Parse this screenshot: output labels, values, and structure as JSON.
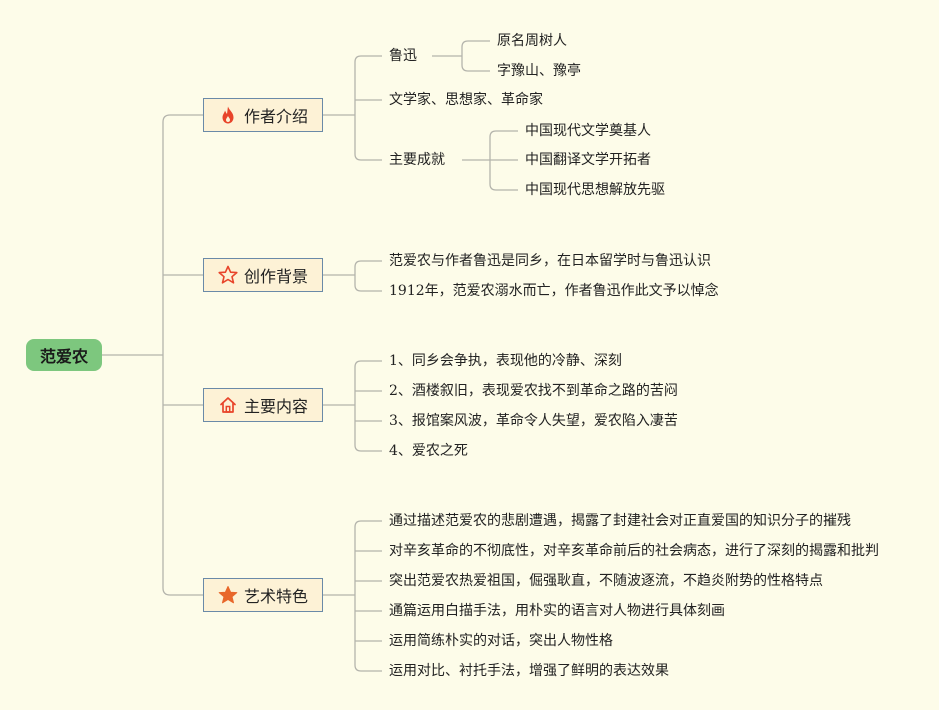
{
  "root": {
    "label": "范爱农"
  },
  "branches": [
    {
      "label": "作者介绍",
      "icon": "flame-icon",
      "icon_color": "#e8442a",
      "children": [
        {
          "label": "鲁迅",
          "children": [
            "原名周树人",
            "字豫山、豫亭"
          ]
        },
        {
          "label": "文学家、思想家、革命家"
        },
        {
          "label": "主要成就",
          "children": [
            "中国现代文学奠基人",
            "中国翻译文学开拓者",
            "中国现代思想解放先驱"
          ]
        }
      ]
    },
    {
      "label": "创作背景",
      "icon": "star-outline-icon",
      "icon_color": "#e8442a",
      "children": [
        {
          "label": "范爱农与作者鲁迅是同乡，在日本留学时与鲁迅认识"
        },
        {
          "label": "1912年，范爱农溺水而亡，作者鲁迅作此文予以悼念"
        }
      ]
    },
    {
      "label": "主要内容",
      "icon": "home-icon",
      "icon_color": "#e8442a",
      "children": [
        {
          "label": "1、同乡会争执，表现他的冷静、深刻"
        },
        {
          "label": "2、酒楼叙旧，表现爱农找不到革命之路的苦闷"
        },
        {
          "label": "3、报馆案风波，革命令人失望，爱农陷入凄苦"
        },
        {
          "label": "4、爱农之死"
        }
      ]
    },
    {
      "label": "艺术特色",
      "icon": "star-filled-icon",
      "icon_color": "#e8672a",
      "children": [
        {
          "label": "通过描述范爱农的悲剧遭遇，揭露了封建社会对正直爱国的知识分子的摧残"
        },
        {
          "label": "对辛亥革命的不彻底性，对辛亥革命前后的社会病态，进行了深刻的揭露和批判"
        },
        {
          "label": "突出范爱农热爱祖国，倔强耿直，不随波逐流，不趋炎附势的性格特点"
        },
        {
          "label": "通篇运用白描手法，用朴实的语言对人物进行具体刻画"
        },
        {
          "label": "运用简练朴实的对话，突出人物性格"
        },
        {
          "label": "运用对比、衬托手法，增强了鲜明的表达效果"
        }
      ]
    }
  ]
}
